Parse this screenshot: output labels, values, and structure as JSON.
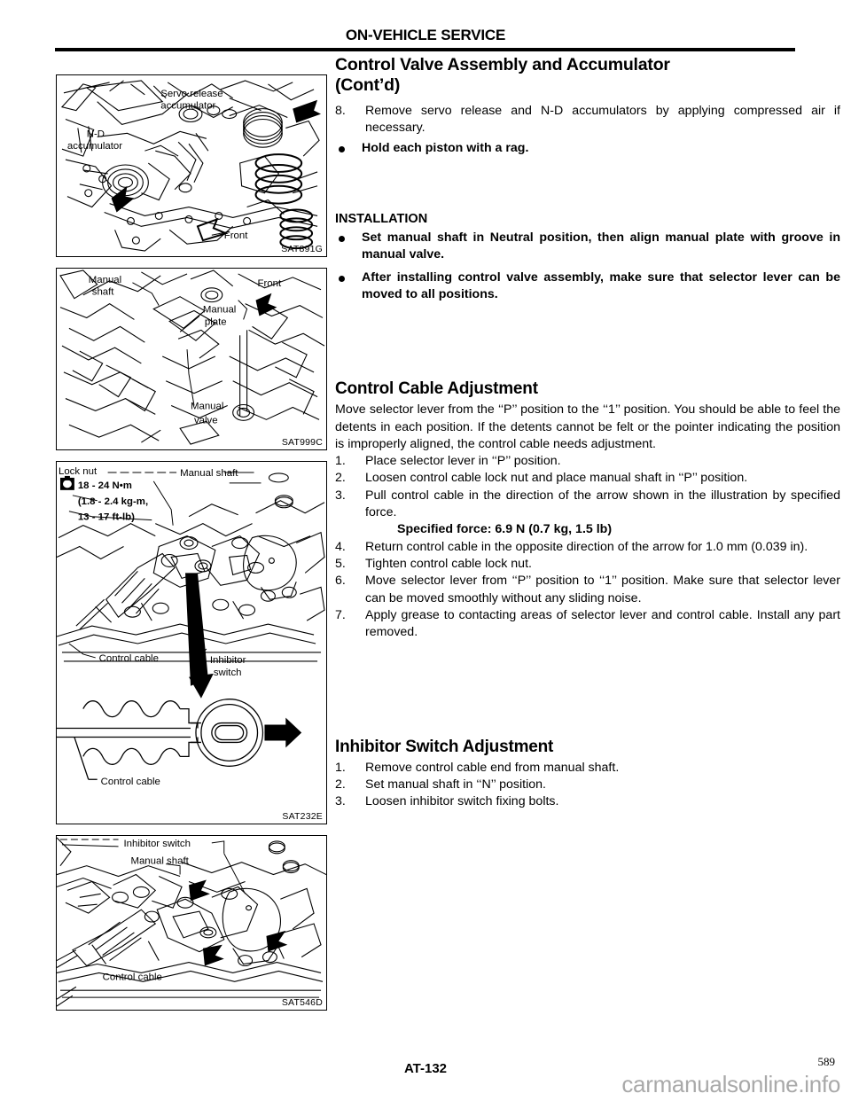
{
  "header": {
    "title": "ON-VEHICLE SERVICE"
  },
  "main": {
    "section_title_line1": "Control Valve Assembly and Accumulator",
    "section_title_line2": "(Cont’d)",
    "step8": {
      "num": "8.",
      "text": "Remove servo release and N-D accumulators by applying compressed air if necessary."
    },
    "step8_bullet": "Hold each piston with a rag.",
    "installation": {
      "heading": "INSTALLATION",
      "bullets": [
        "Set manual shaft in Neutral position, then align manual plate with groove in manual valve.",
        "After installing control valve assembly, make sure that selector lever can be moved to all positions."
      ]
    },
    "cable_adjustment": {
      "heading": "Control Cable Adjustment",
      "intro": "Move selector lever from the ‘‘P’’ position to the ‘‘1’’ position. You should be able to feel the detents in each position. If the detents cannot be felt or the pointer indicating the position is improperly aligned, the control cable needs adjustment.",
      "steps": [
        {
          "num": "1.",
          "text": "Place selector lever in ‘‘P’’ position."
        },
        {
          "num": "2.",
          "text": "Loosen control cable lock nut and place manual shaft in ‘‘P’’ position."
        },
        {
          "num": "3.",
          "text": "Pull control cable in the direction of the arrow shown in the illustration by specified force."
        }
      ],
      "spec_force": "Specified force: 6.9 N (0.7 kg, 1.5 lb)",
      "steps2": [
        {
          "num": "4.",
          "text": "Return control cable in the opposite direction of the arrow for 1.0 mm (0.039 in)."
        },
        {
          "num": "5.",
          "text": "Tighten control cable lock nut."
        },
        {
          "num": "6.",
          "text": "Move selector lever from ‘‘P’’ position to ‘‘1’’ position. Make sure that selector lever can be moved smoothly without any sliding noise."
        },
        {
          "num": "7.",
          "text": "Apply grease to contacting areas of selector lever and control cable. Install any part removed."
        }
      ]
    },
    "inhibitor_adjustment": {
      "heading": "Inhibitor Switch Adjustment",
      "steps": [
        {
          "num": "1.",
          "text": "Remove control cable end from manual shaft."
        },
        {
          "num": "2.",
          "text": "Set manual shaft in ‘‘N’’ position."
        },
        {
          "num": "3.",
          "text": "Loosen inhibitor switch fixing bolts."
        }
      ]
    }
  },
  "figures": [
    {
      "code": "SAT891G",
      "labels": {
        "servo_release": "Servo release",
        "accumulator": "accumulator",
        "nd": "N-D",
        "nd_accumulator": "accumulator",
        "front": "Front"
      }
    },
    {
      "code": "SAT999C",
      "labels": {
        "manual": "Manual",
        "shaft": "shaft",
        "manual2": "Manual",
        "plate": "plate",
        "front": "Front",
        "manual3": "Manual",
        "valve": "valve"
      }
    },
    {
      "code": "SAT232E",
      "labels": {
        "lock_nut": "Lock nut",
        "torque_nm": "18 - 24 N•m",
        "torque_kgm": "(1.8 - 2.4 kg-m,",
        "torque_ftlb": "13 - 17 ft-lb)",
        "manual_shaft": "Manual shaft",
        "control_cable": "Control cable",
        "inhibitor": "Inhibitor",
        "switch": "switch",
        "control_cable2": "Control cable"
      }
    },
    {
      "code": "SAT546D",
      "labels": {
        "inhibitor_switch": "Inhibitor switch",
        "manual_shaft": "Manual shaft",
        "control_cable": "Control cable"
      }
    }
  ],
  "footer": {
    "page_label": "AT-132",
    "page_number": "589",
    "watermark": "carmanualsonline.info"
  }
}
